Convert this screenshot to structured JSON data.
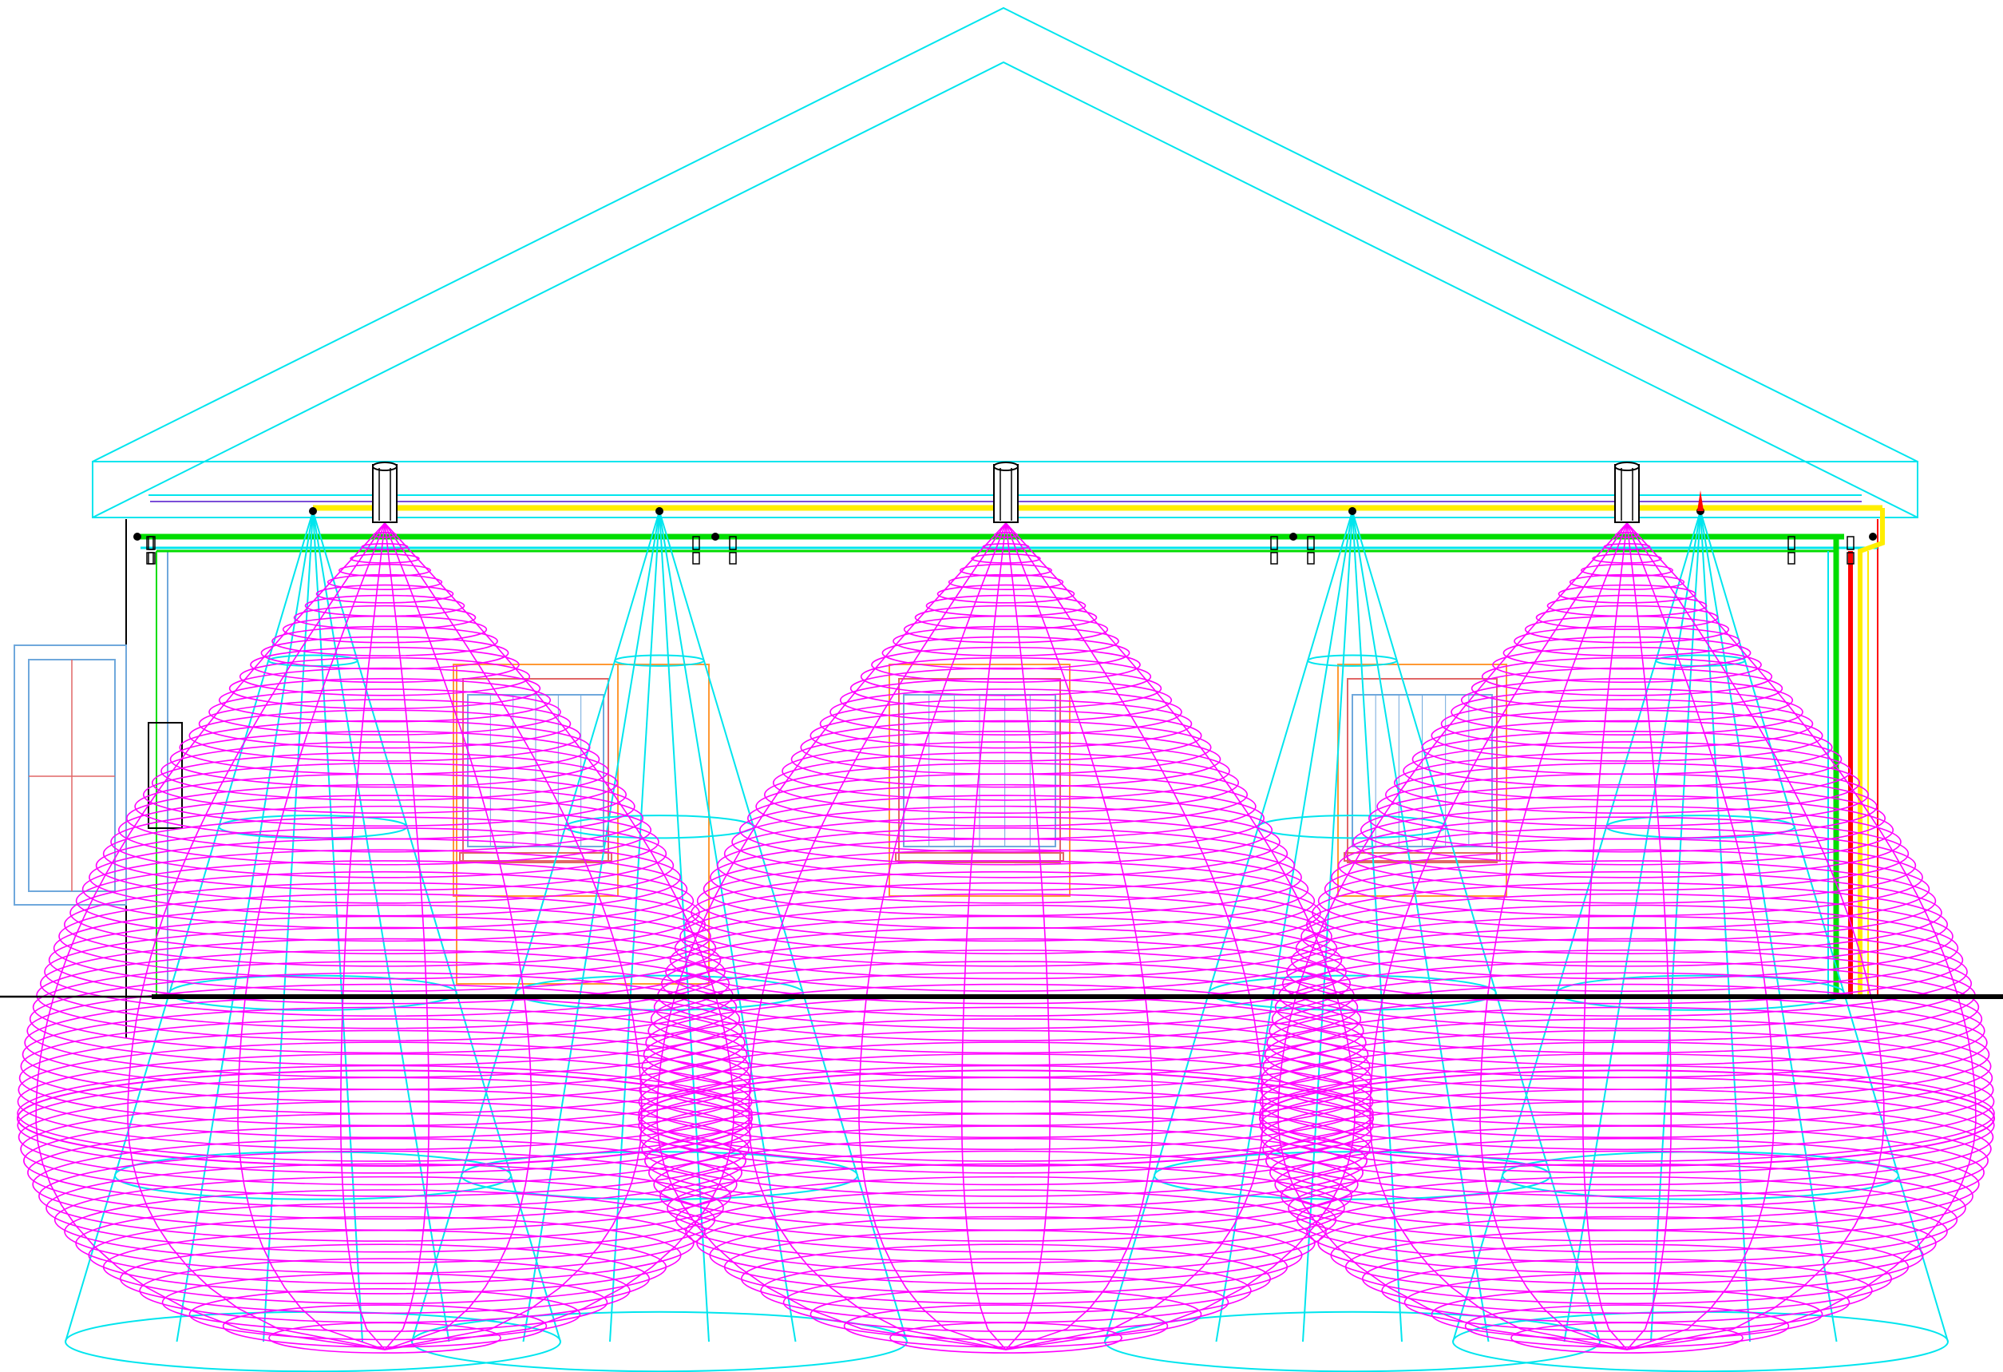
{
  "drawing": {
    "view": "elevation",
    "background": "#ffffff",
    "colors": {
      "roof": "#00e5ee",
      "sprinkler_cone": "#00e5ee",
      "spray_pattern": "#ff00ff",
      "pipe_green": "#00dd00",
      "pipe_yellow": "#ffee00",
      "pipe_red": "#ff0000",
      "pipe_blue": "#3a7bd5",
      "pipe_purple": "#7a4dd8",
      "window_frame": "#ff9933",
      "window_glass": "#6fa8dc",
      "window_red": "#e06666",
      "ground": "#000000"
    },
    "pendant_heads": 3,
    "sidewall_heads": 5,
    "windows": 3
  }
}
